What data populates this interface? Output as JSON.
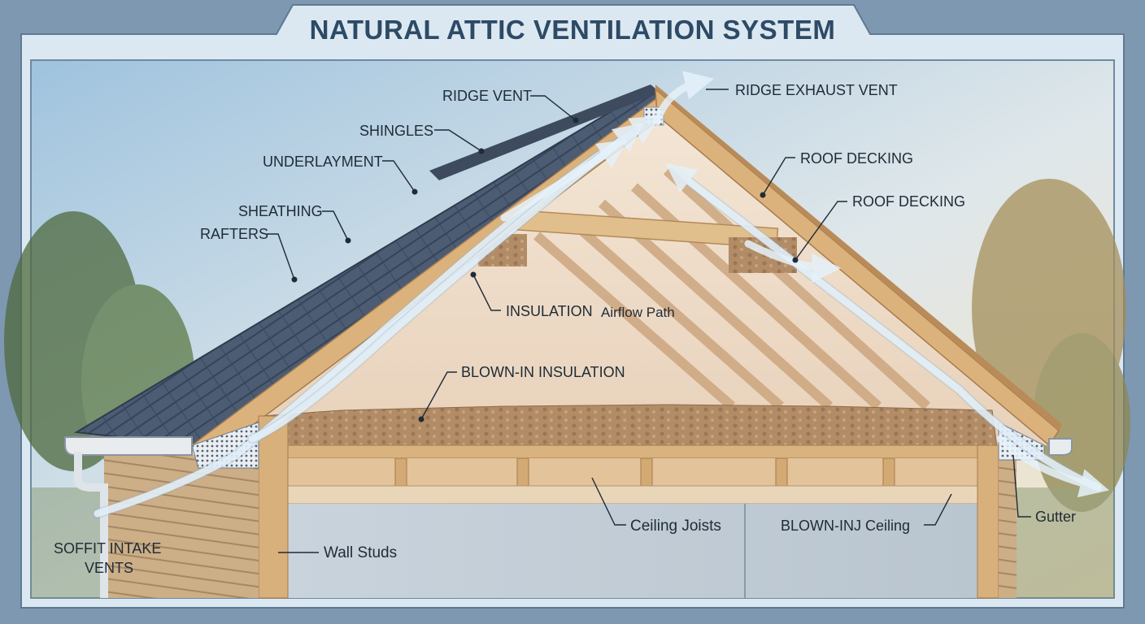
{
  "title": "NATURAL ATTIC VENTILATION SYSTEM",
  "colors": {
    "frame": "#7d98b0",
    "panel": "#dce8f1",
    "title": "#2d4a66",
    "shingles": "#4a5a70",
    "wood": "#d9b07a",
    "insulation": "#b08a63",
    "airflow": "#e6f2fb",
    "siding": "#c9a982"
  },
  "labels": {
    "ridge_vent": "RIDGE VENT",
    "ridge_exhaust_vent": "RIDGE EXHAUST VENT",
    "shingles": "SHINGLES",
    "underlayment": "UNDERLAYMENT",
    "sheathing": "SHEATHING",
    "rafters": "RAFTERS",
    "roof_decking_1": "ROOF DECKING",
    "roof_decking_2": "ROOF DECKING",
    "insulation": "INSULATION",
    "airflow_path": "Airflow Path",
    "blown_in_insulation": "BLOWN-IN INSULATION",
    "soffit_line1": "SOFFIT INTAKE",
    "soffit_line2": "VENTS",
    "wall_studs": "Wall Studs",
    "ceiling_joists": "Ceiling Joists",
    "blown_inj_ceiling": "BLOWN-INJ Ceiling",
    "gutter": "Gutter"
  },
  "icons": [
    "airflow-arrow-icon",
    "vent-grille-icon"
  ]
}
